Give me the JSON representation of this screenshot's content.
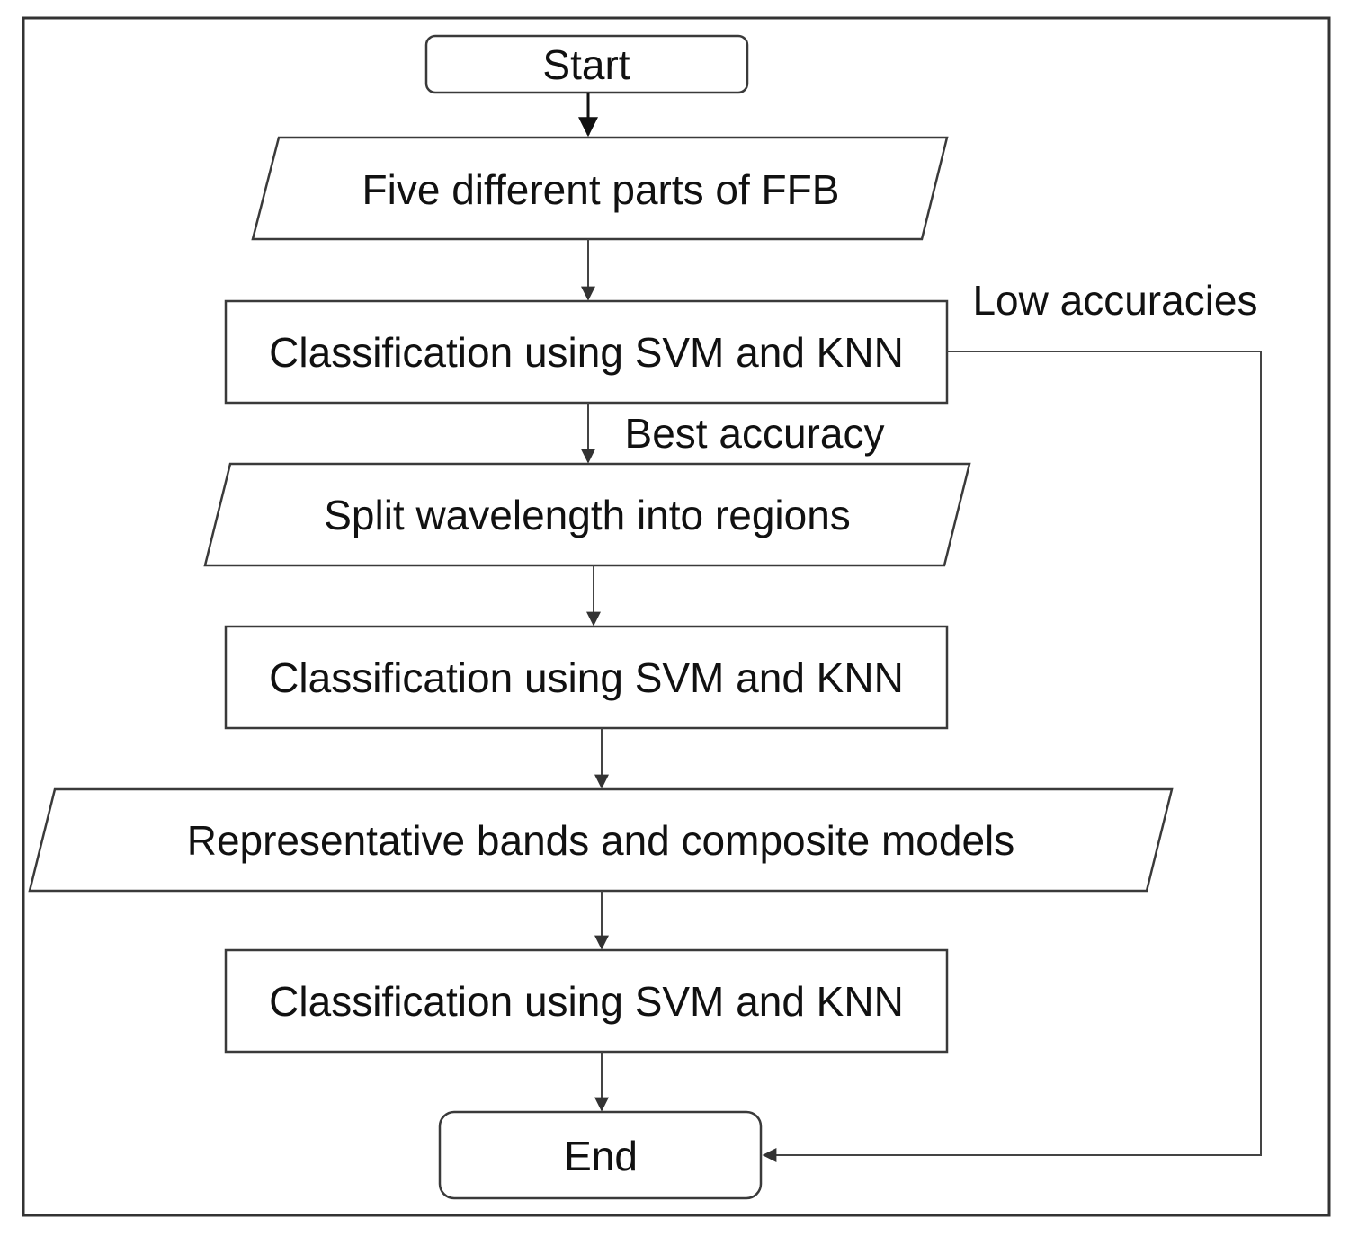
{
  "diagram": {
    "nodes": {
      "start": "Start",
      "input_parts": "Five different parts of FFB",
      "classification_1": "Classification using SVM and KNN",
      "split_regions": "Split wavelength into regions",
      "classification_2": "Classification using SVM and KNN",
      "bands_models": "Representative bands and composite models",
      "classification_3": "Classification using SVM and KNN",
      "end": "End"
    },
    "edge_labels": {
      "best": "Best accuracy",
      "low": "Low accuracies"
    }
  }
}
